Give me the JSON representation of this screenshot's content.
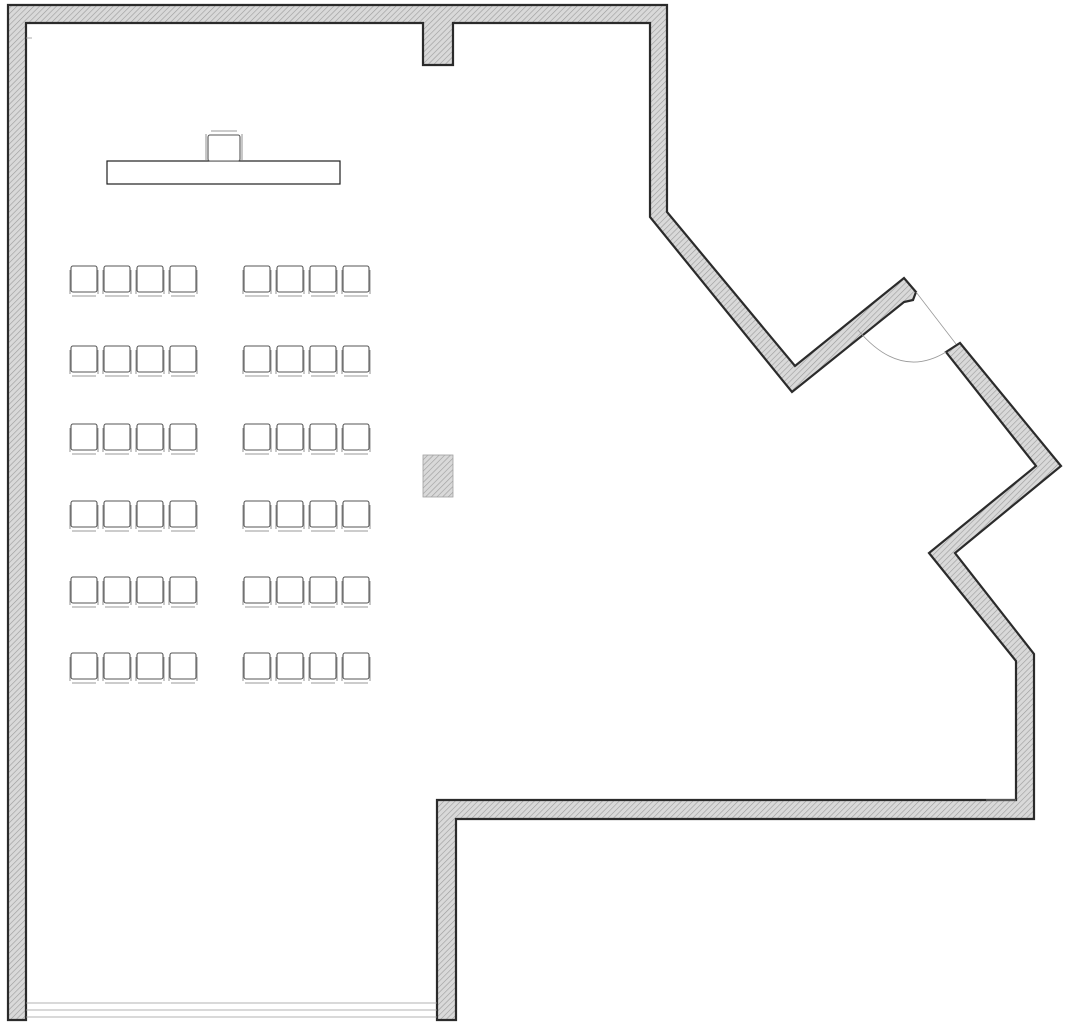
{
  "plan": {
    "wall_color": "#2b2b2b",
    "hatch_color": "#9c9c9c",
    "fill_color": "#d6d6d6"
  },
  "seating": {
    "rows": 6,
    "blocks": 2,
    "chairs_per_block_row": 4
  },
  "icons": {
    "chair": "chair-icon",
    "table": "instructor-table",
    "column": "column"
  }
}
